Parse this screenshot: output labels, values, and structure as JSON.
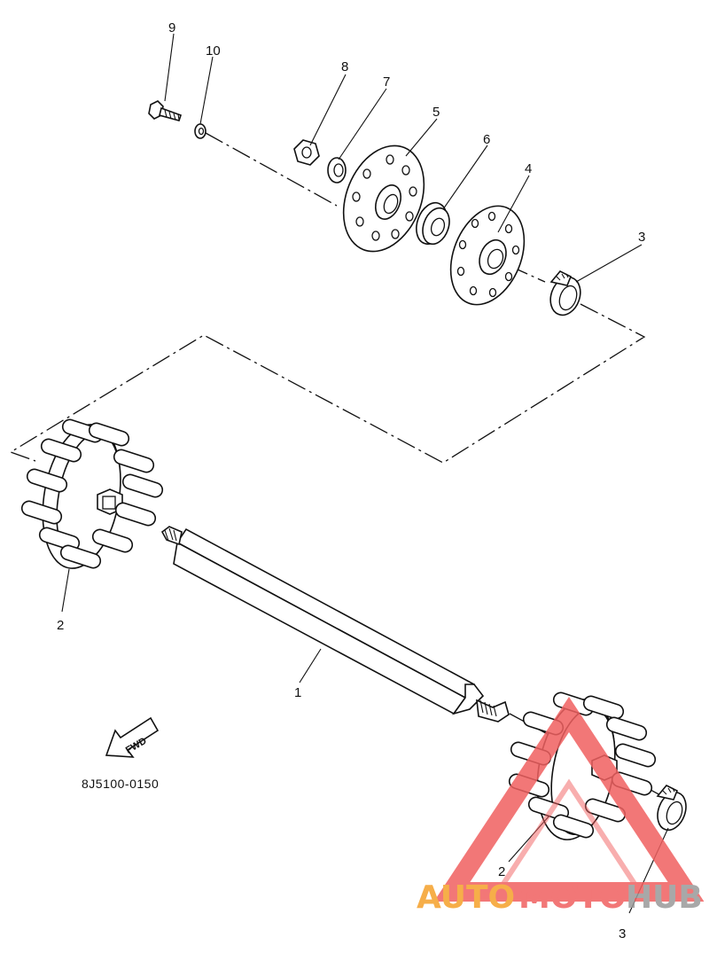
{
  "diagram": {
    "part_numbers": [
      "1",
      "2",
      "2",
      "3",
      "3",
      "4",
      "5",
      "6",
      "7",
      "8",
      "9",
      "10"
    ],
    "drawing_code": "8J5100-0150",
    "direction_label": "FWD"
  },
  "watermark": {
    "part1": "AUTO",
    "part2": "MOTO",
    "part3": "HUB",
    "colors": {
      "orange": "#f5a02a",
      "red": "#f06060",
      "gray": "#9a9a9a"
    }
  }
}
